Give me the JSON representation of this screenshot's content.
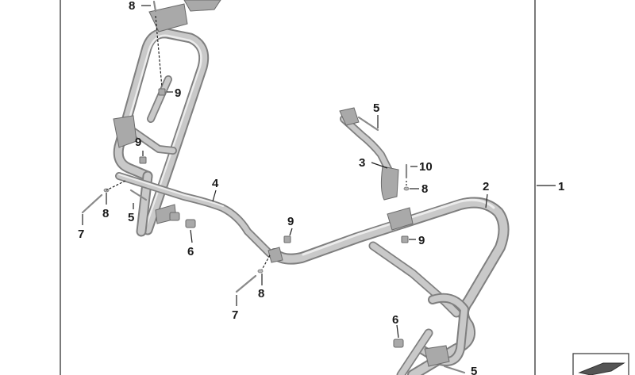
{
  "diagram": {
    "callouts": [
      {
        "id": "c-8-top",
        "label": "8"
      },
      {
        "id": "c-9-upper",
        "label": "9"
      },
      {
        "id": "c-5-upper",
        "label": "5"
      },
      {
        "id": "c-9-left",
        "label": "9"
      },
      {
        "id": "c-3",
        "label": "3"
      },
      {
        "id": "c-10",
        "label": "10"
      },
      {
        "id": "c-4",
        "label": "4"
      },
      {
        "id": "c-8-right",
        "label": "8"
      },
      {
        "id": "c-2",
        "label": "2"
      },
      {
        "id": "c-1",
        "label": "1"
      },
      {
        "id": "c-8-left",
        "label": "8"
      },
      {
        "id": "c-5-left",
        "label": "5"
      },
      {
        "id": "c-9-mid",
        "label": "9"
      },
      {
        "id": "c-9-bracket",
        "label": "9"
      },
      {
        "id": "c-7-left",
        "label": "7"
      },
      {
        "id": "c-6-left",
        "label": "6"
      },
      {
        "id": "c-8-mid",
        "label": "8"
      },
      {
        "id": "c-7-mid",
        "label": "7"
      },
      {
        "id": "c-6-bottom",
        "label": "6"
      },
      {
        "id": "c-5-bottom",
        "label": "5"
      }
    ]
  }
}
